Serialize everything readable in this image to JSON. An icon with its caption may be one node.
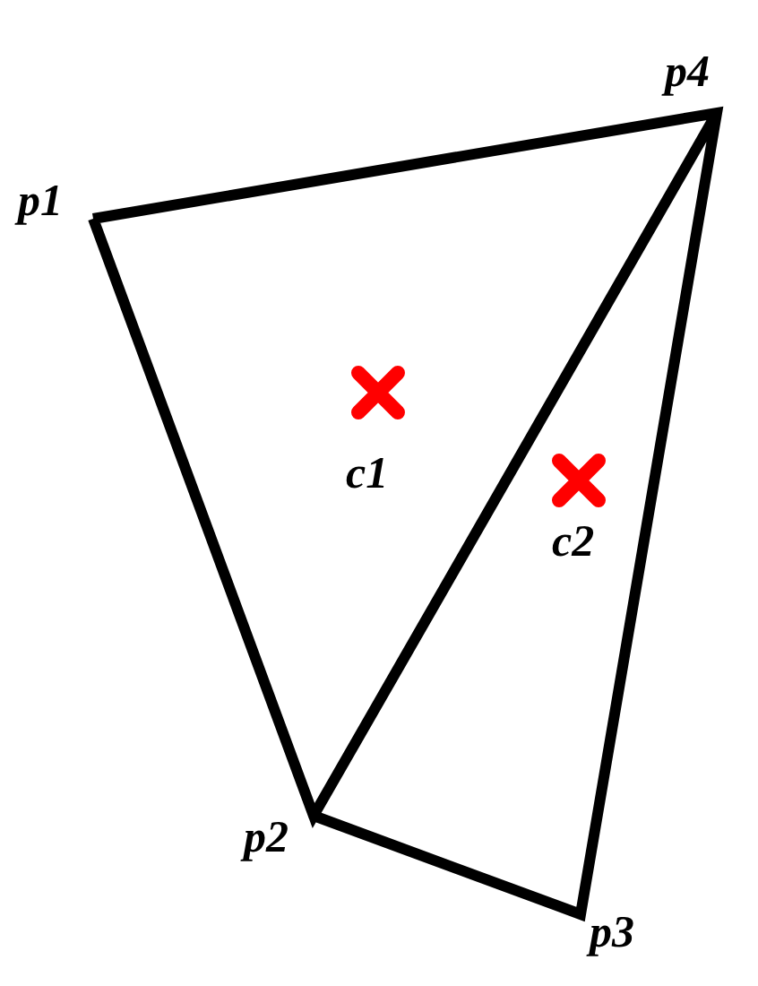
{
  "diagram": {
    "labels": [
      "p4",
      "p1",
      "c1",
      "c2",
      "p2",
      "p3"
    ]
  }
}
